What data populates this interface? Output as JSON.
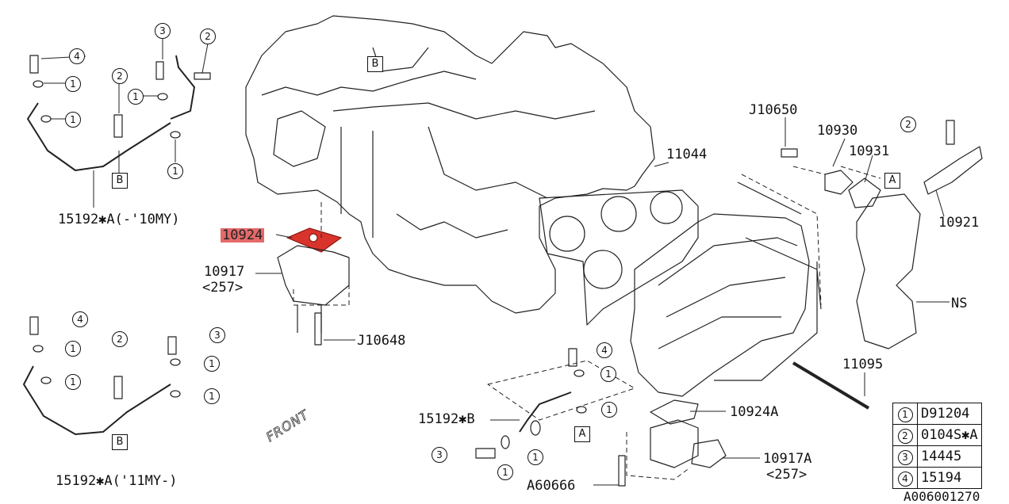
{
  "labels": {
    "p10924": "10924",
    "p10917": "10917",
    "p10917_note": "<257>",
    "pJ10648": "J10648",
    "p11044": "11044",
    "pJ10650": "J10650",
    "p10930": "10930",
    "p10931": "10931",
    "p10921": "10921",
    "pNS": "NS",
    "p11095": "11095",
    "p10924A": "10924A",
    "p10917A": "10917A",
    "p10917A_note": "<257>",
    "pA60666": "A60666",
    "p15192B": "15192✱B",
    "p15192A_early": "15192✱A(-'10MY)",
    "p15192A_late": "15192✱A('11MY-)",
    "diagram_id": "A006001270",
    "front": "FRONT"
  },
  "callouts": {
    "one": "1",
    "two": "2",
    "three": "3",
    "four": "4",
    "A": "A",
    "B": "B"
  },
  "legend": [
    {
      "key": "1",
      "part": "D91204"
    },
    {
      "key": "2",
      "part": "0104S✱A"
    },
    {
      "key": "3",
      "part": "14445"
    },
    {
      "key": "4",
      "part": "15194"
    }
  ],
  "colors": {
    "highlight": "#e46a6a",
    "highlighted_part": "#d9342b",
    "line": "#111111"
  }
}
